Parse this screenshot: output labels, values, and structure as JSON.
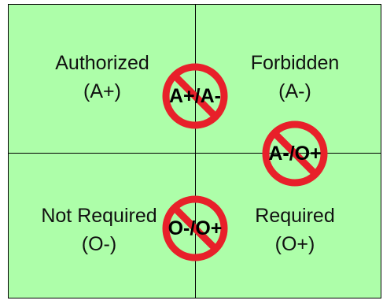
{
  "quadrants": {
    "top_left": {
      "term": "Authorized",
      "code": "(A+)"
    },
    "top_right": {
      "term": "Forbidden",
      "code": "(A-)"
    },
    "bottom_left": {
      "term": "Not Required",
      "code": "(O-)"
    },
    "bottom_right": {
      "term": "Required",
      "code": "(O+)"
    }
  },
  "prohibited_combinations": [
    {
      "label": "A+/A-",
      "icon": "no-symbol-icon"
    },
    {
      "label": "A-/O+",
      "icon": "no-symbol-icon"
    },
    {
      "label": "O-/O+",
      "icon": "no-symbol-icon"
    }
  ],
  "colors": {
    "background": "#adfea9",
    "prohibition_red": "#e8202a",
    "divider": "#000000"
  }
}
